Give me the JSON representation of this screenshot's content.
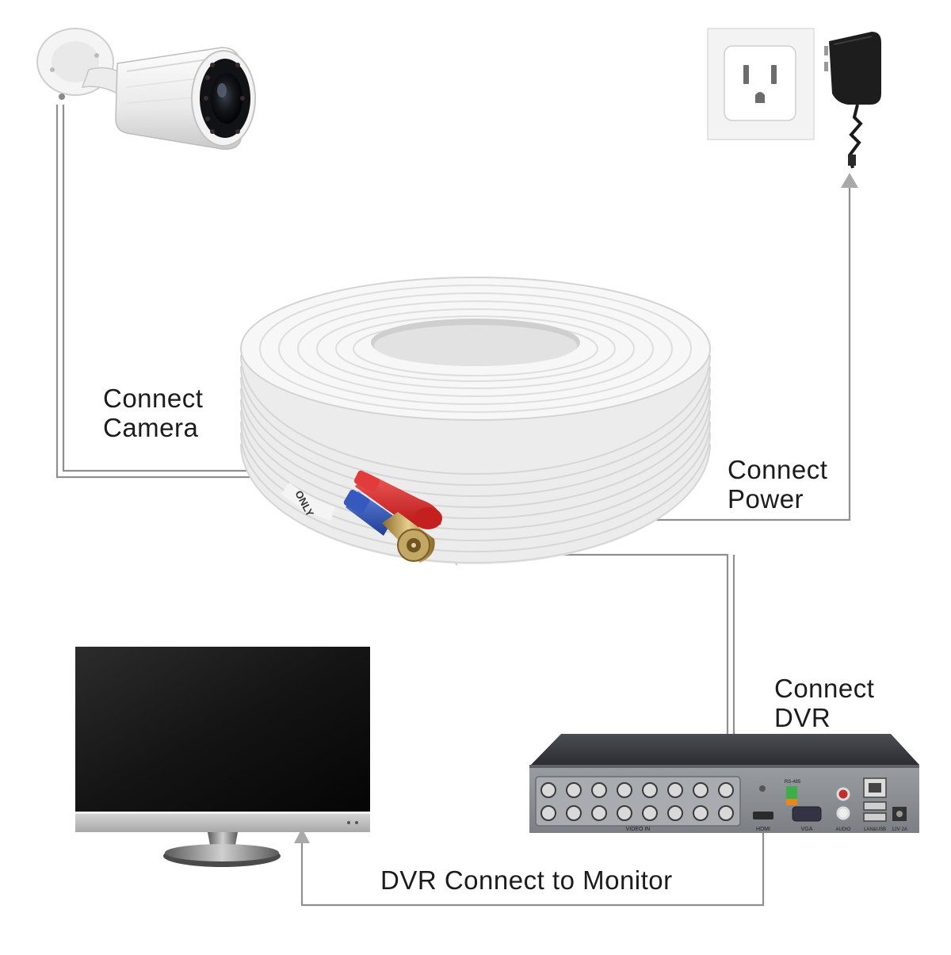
{
  "labels": {
    "camera": {
      "line1": "Connect",
      "line2": "Camera"
    },
    "power": {
      "line1": "Connect",
      "line2": "Power"
    },
    "dvr": {
      "line1": "Connect",
      "line2": "DVR"
    },
    "monitor": "DVR Connect to Monitor"
  },
  "cable": {
    "jacket_text": "ONLY",
    "power_plug_color": "#d62a2a",
    "bnc_boot_color": "#2f55b5"
  },
  "dvr": {
    "port_labels": {
      "video_in": "VIDEO IN",
      "hdmi": "HDMI",
      "vga": "VGA",
      "audio": "AUDIO",
      "lan_usb": "LAN&USB",
      "rs485": "RS-485",
      "power": "12V 2A"
    }
  },
  "colors": {
    "connector_line": "#8f8f8f",
    "arrow": "#a9a9a9",
    "text": "#1c1c1c"
  }
}
